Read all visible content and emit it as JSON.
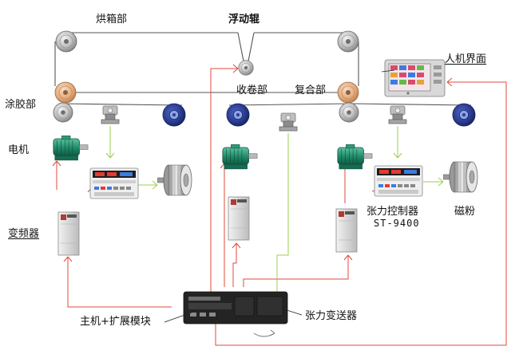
{
  "labels": {
    "oven": "烘箱部",
    "float_roller": "浮动辊",
    "hmi": "人机界面",
    "coating": "涂胶部",
    "rewind": "收卷部",
    "laminate": "复合部",
    "motor": "电机",
    "vfd": "变频器",
    "tension_controller": "张力控制器",
    "controller_model": "ST-9400",
    "magnetic_powder": "磁粉",
    "main_module": "主机+扩展模块",
    "tension_transmitter": "张力变送器"
  },
  "colors": {
    "web_line": "#555555",
    "signal_red": "#e04a3a",
    "signal_green": "#9bd050",
    "roller_silver": "#c4c4c4",
    "roller_peach": "#e7b48c",
    "roll_blue": "#2a3f93",
    "motor_green": "#2d8a6e",
    "cabinet_gray": "#d6d6d6",
    "plc_black": "#2b2b2b"
  },
  "icons": [
    "steel-roller-icon",
    "rubber-roller-icon",
    "web-roll-icon",
    "load-cell-icon",
    "motor-icon",
    "tension-controller-icon",
    "magnetic-brake-icon",
    "inverter-cabinet-icon",
    "hmi-screen-icon",
    "plc-module-icon"
  ]
}
